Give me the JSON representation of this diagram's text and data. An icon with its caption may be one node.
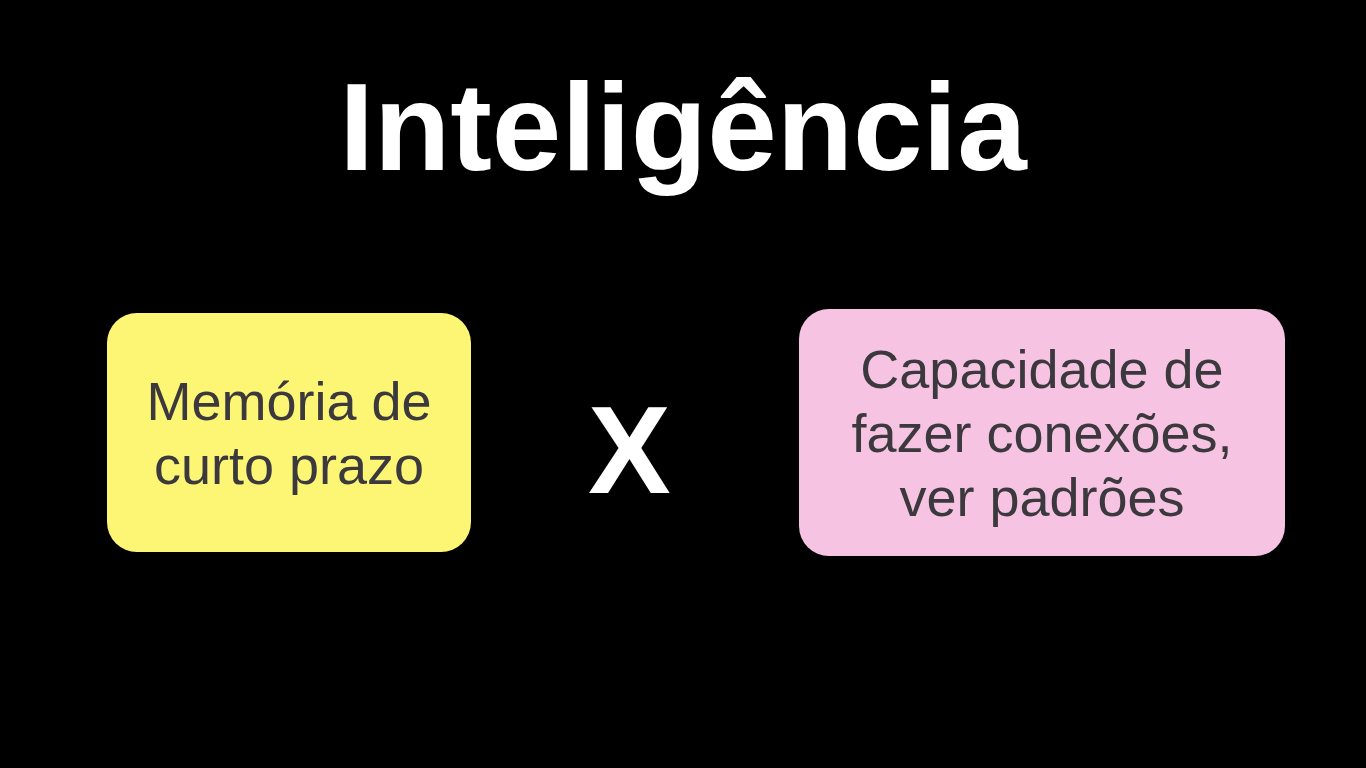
{
  "diagram": {
    "title": "Inteligência",
    "nodes": [
      {
        "text": [
          "Memória de curto prazo"
        ]
      },
      {
        "text": [
          "Capacidade de fazer conexões, ver padrões"
        ]
      }
    ],
    "labels": [
      "X"
    ]
  }
}
